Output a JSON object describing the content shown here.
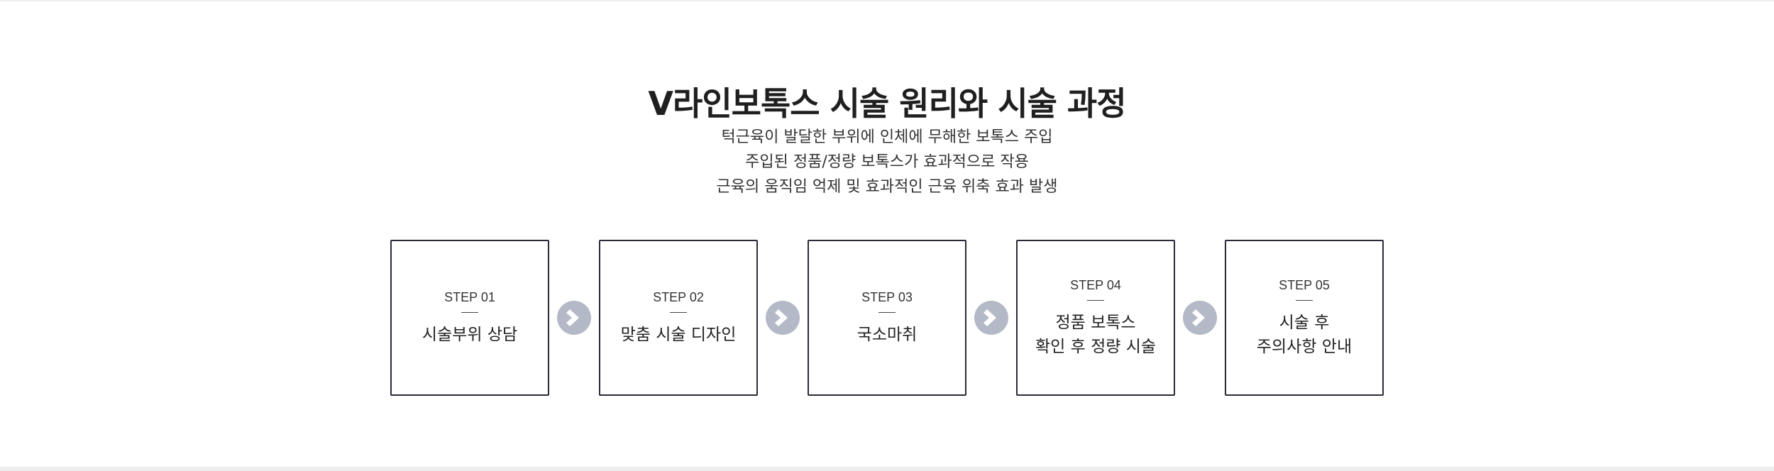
{
  "header": {
    "title": "V라인보톡스 시술 원리와 시술 과정"
  },
  "description": {
    "lines": [
      "턱근육이 발달한 부위에 인체에 무해한 보톡스 주입",
      "주입된 정품/정량 보톡스가 효과적으로 작용",
      "근육의 움직임 억제 및 효과적인 근육 위축 효과 발생"
    ]
  },
  "steps": [
    {
      "label": "STEP 01",
      "title": "시술부위 상담"
    },
    {
      "label": "STEP 02",
      "title": "맞춤 시술 디자인"
    },
    {
      "label": "STEP 03",
      "title": "국소마취"
    },
    {
      "label": "STEP 04",
      "title": "정품 보톡스\n확인 후 정량 시술"
    },
    {
      "label": "STEP 05",
      "title": "시술 후\n주의사항 안내"
    }
  ],
  "colors": {
    "box_border": "#2a2a38",
    "arrow_fill": "#b4b9c7",
    "arrow_chevron": "#ffffff"
  },
  "icons": {
    "arrow": "chevron-right-circle-icon"
  }
}
